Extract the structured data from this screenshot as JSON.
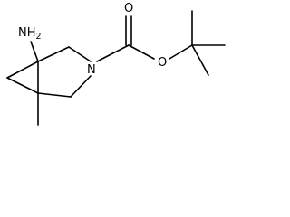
{
  "molecule": {
    "atoms": {
      "amine_n": "N",
      "amine_h": "H",
      "amine_h_count": "2",
      "ring_nitrogen": "N",
      "carbonyl_oxygen": "O",
      "ester_oxygen": "O"
    }
  }
}
